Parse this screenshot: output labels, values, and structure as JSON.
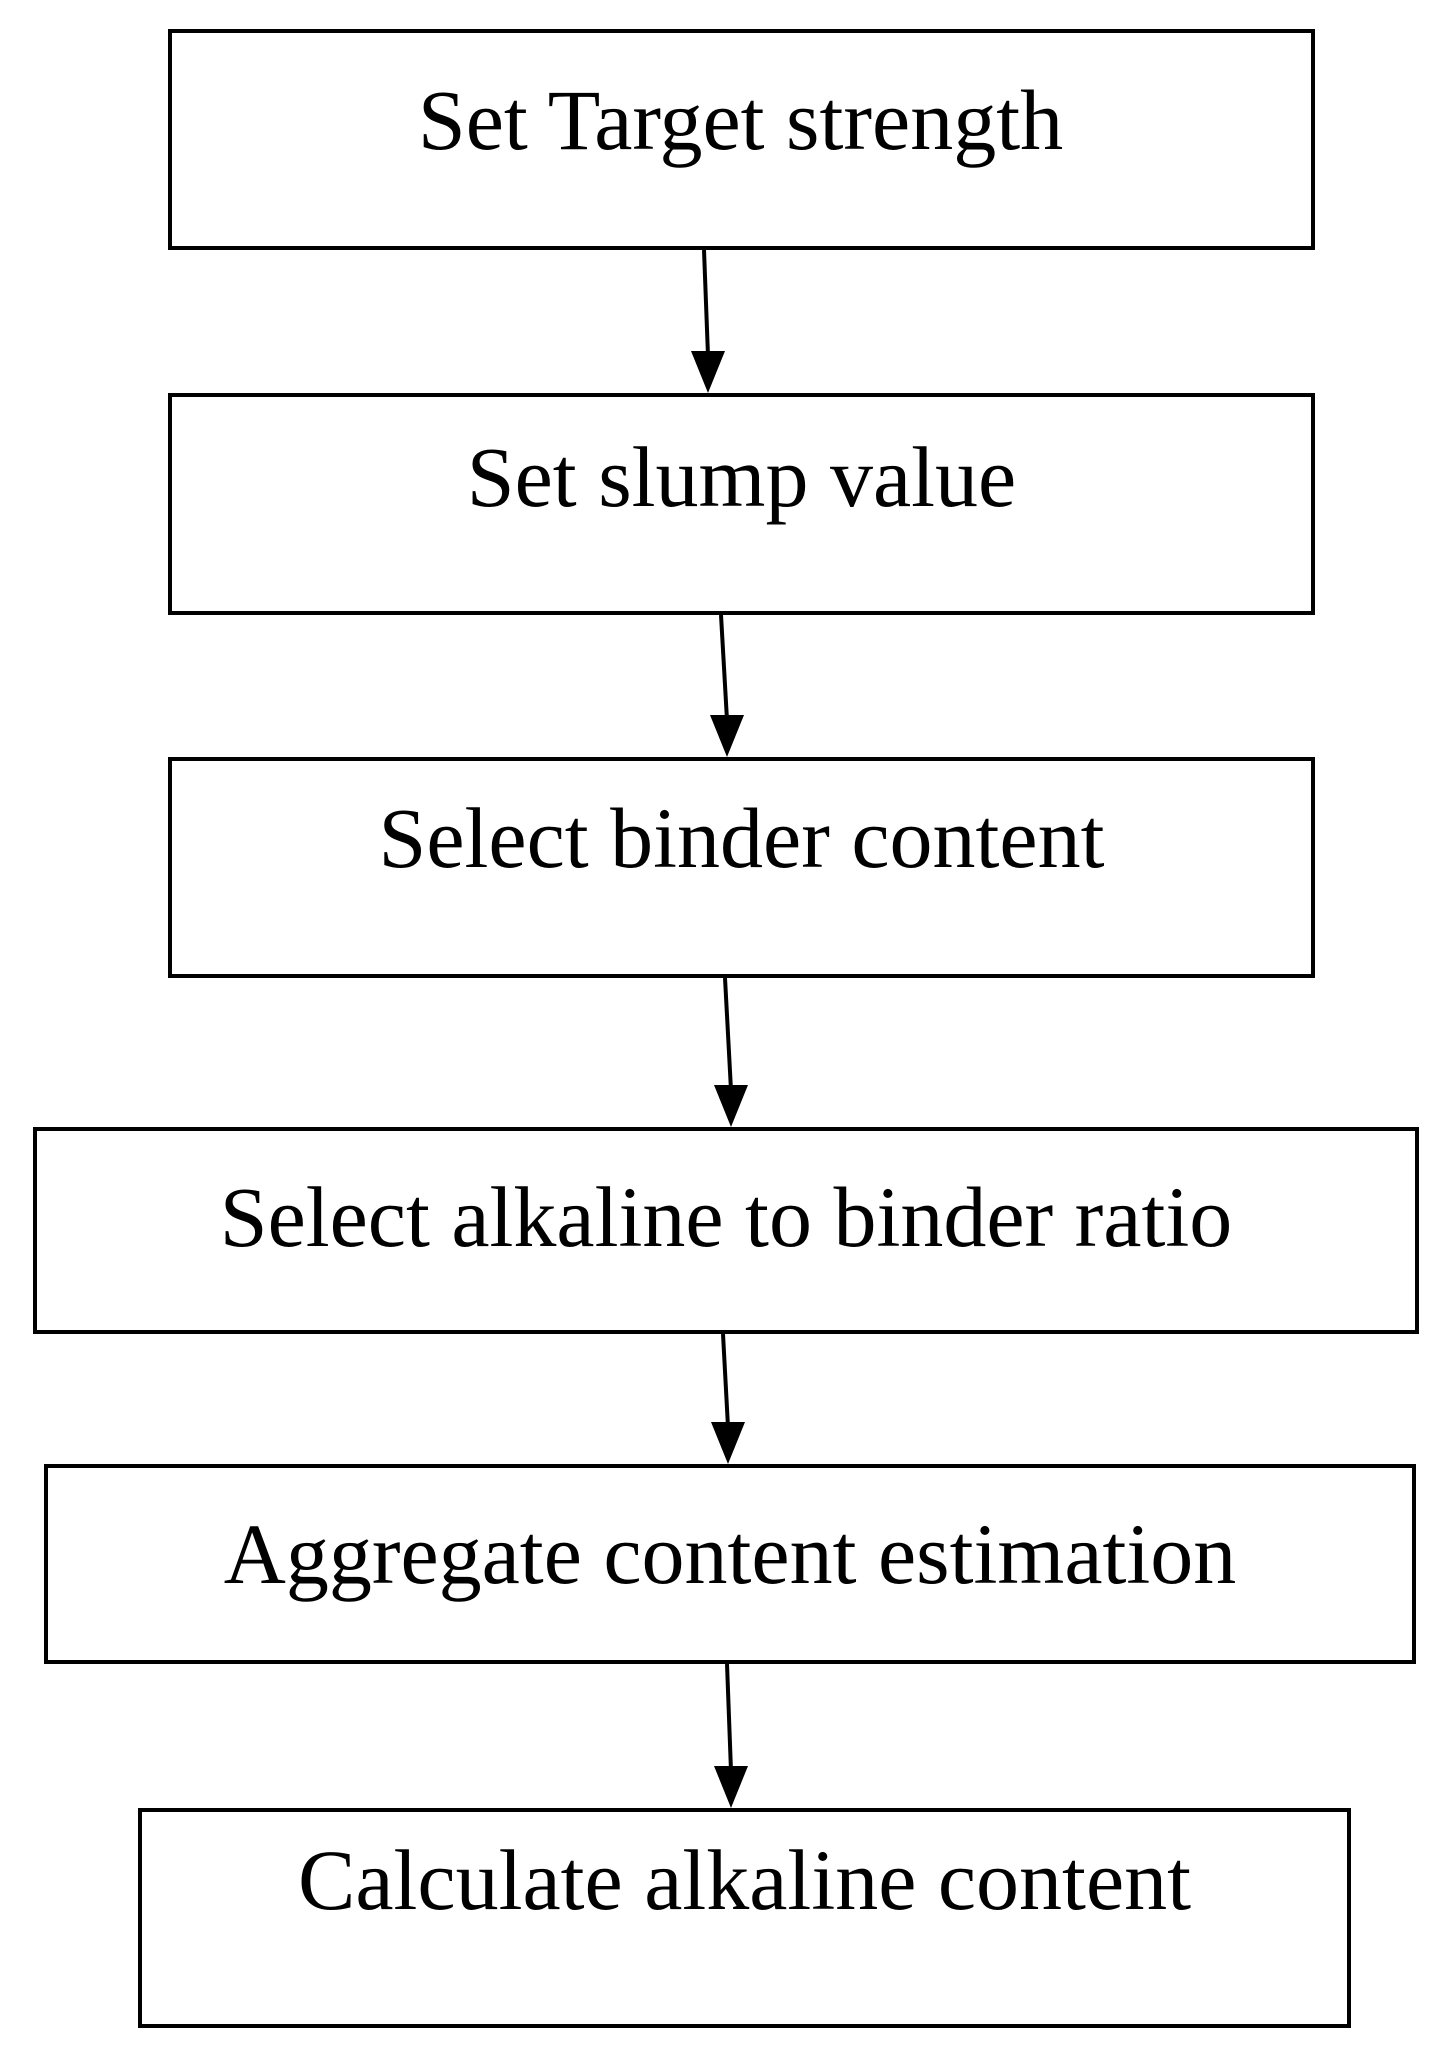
{
  "flowchart": {
    "steps": [
      {
        "label": "Set Target strength"
      },
      {
        "label": "Set slump value"
      },
      {
        "label": "Select binder content"
      },
      {
        "label": "Select alkaline to binder ratio"
      },
      {
        "label": "Aggregate content estimation"
      },
      {
        "label": "Calculate alkaline content"
      }
    ]
  },
  "colors": {
    "stroke": "#000000",
    "background": "#ffffff"
  }
}
